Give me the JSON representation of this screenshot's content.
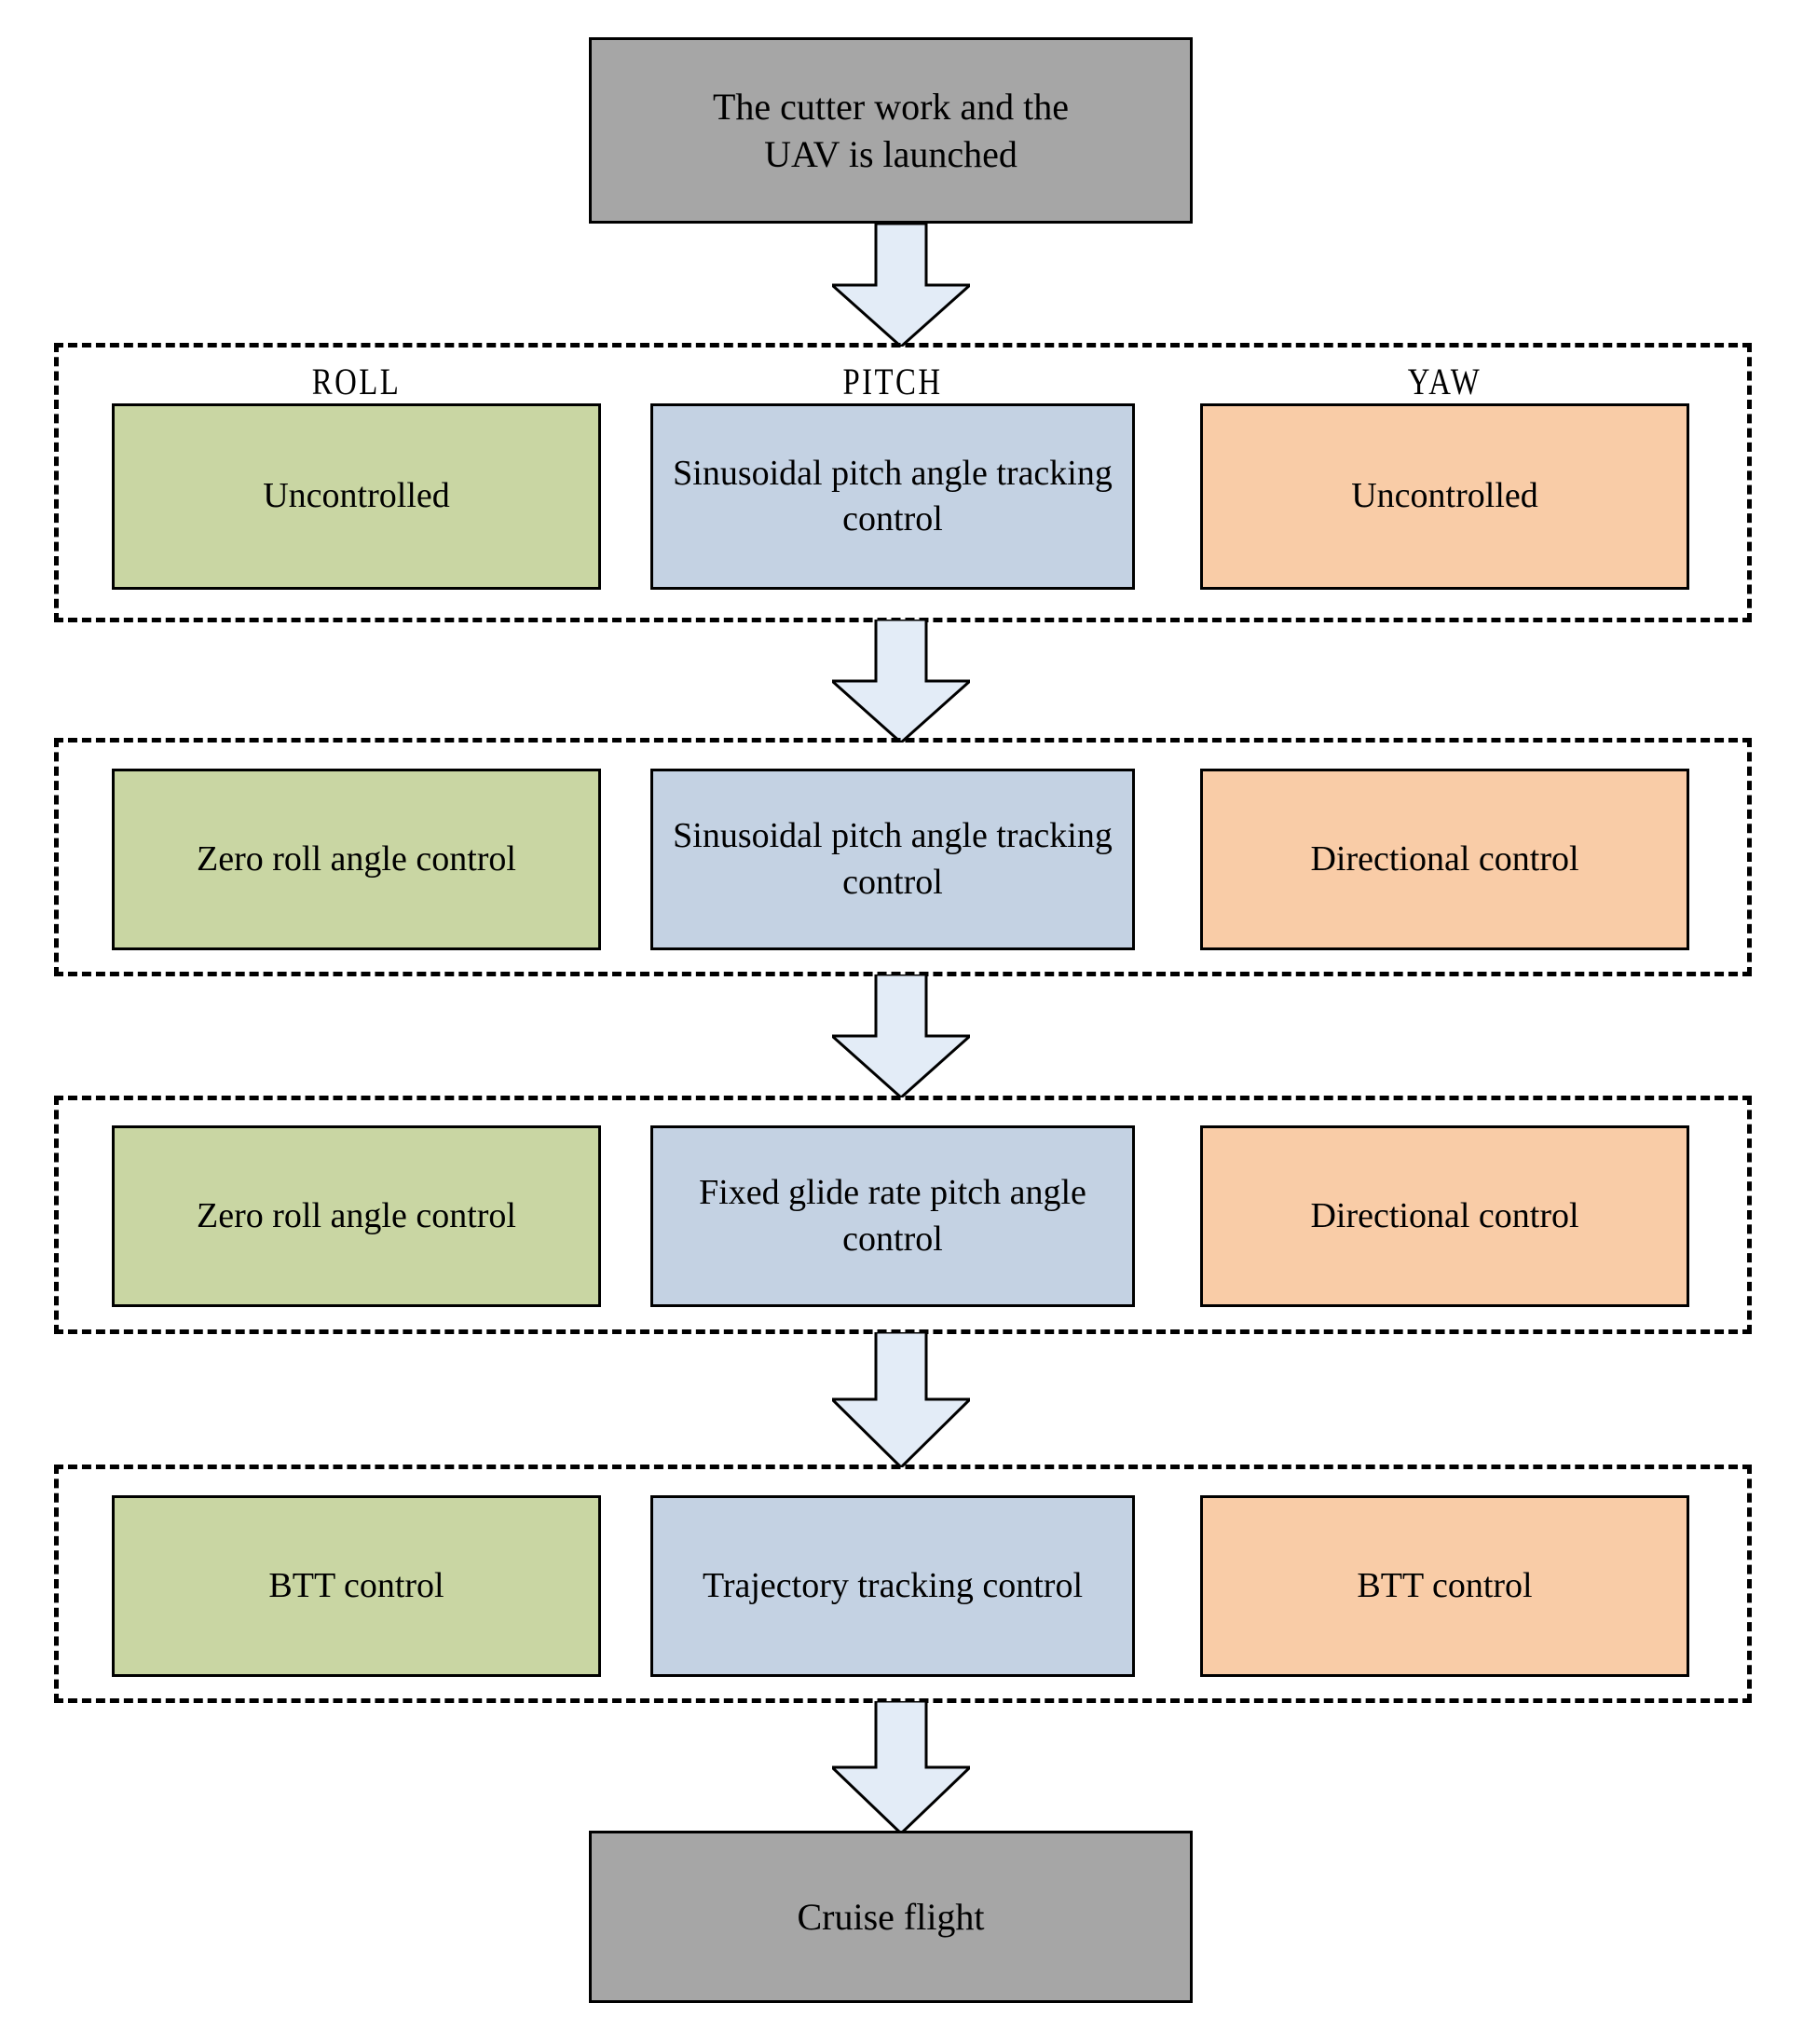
{
  "diagram": {
    "title_start": "The cutter work and the\nUAV is launched",
    "title_end": "Cruise flight",
    "start_label": "The cutter work and the UAV is launched",
    "end_label": "Cruise flight",
    "columns": [
      {
        "key": "roll",
        "label": "ROLL",
        "color": "#c9d6a3"
      },
      {
        "key": "pitch",
        "label": "PITCH",
        "color": "#c4d2e3"
      },
      {
        "key": "yaw",
        "label": "YAW",
        "color": "#f9cca7"
      }
    ],
    "colors": {
      "terminal_fill": "#a6a6a6",
      "roll_fill": "#c9d6a3",
      "pitch_fill": "#c4d2e3",
      "yaw_fill": "#f9cca7",
      "arrow_fill": "#e3ecf7",
      "outline": "#000000",
      "background": "#ffffff"
    },
    "stages": [
      {
        "index": 1,
        "roll": "Uncontrolled",
        "pitch": "Sinusoidal  pitch angle tracking control",
        "yaw": "Uncontrolled"
      },
      {
        "index": 2,
        "roll": "Zero roll angle control",
        "pitch": "Sinusoidal  pitch angle tracking control",
        "yaw": "Directional control"
      },
      {
        "index": 3,
        "roll": "Zero roll angle control",
        "pitch": "Fixed glide rate pitch angle control",
        "yaw": "Directional control"
      },
      {
        "index": 4,
        "roll": "BTT control",
        "pitch": "Trajectory tracking control",
        "yaw": "BTT control"
      }
    ],
    "arrows": [
      {
        "name": "arrow-start-to-stage1"
      },
      {
        "name": "arrow-stage1-to-stage2"
      },
      {
        "name": "arrow-stage2-to-stage3"
      },
      {
        "name": "arrow-stage3-to-stage4"
      },
      {
        "name": "arrow-stage4-to-end"
      }
    ]
  }
}
